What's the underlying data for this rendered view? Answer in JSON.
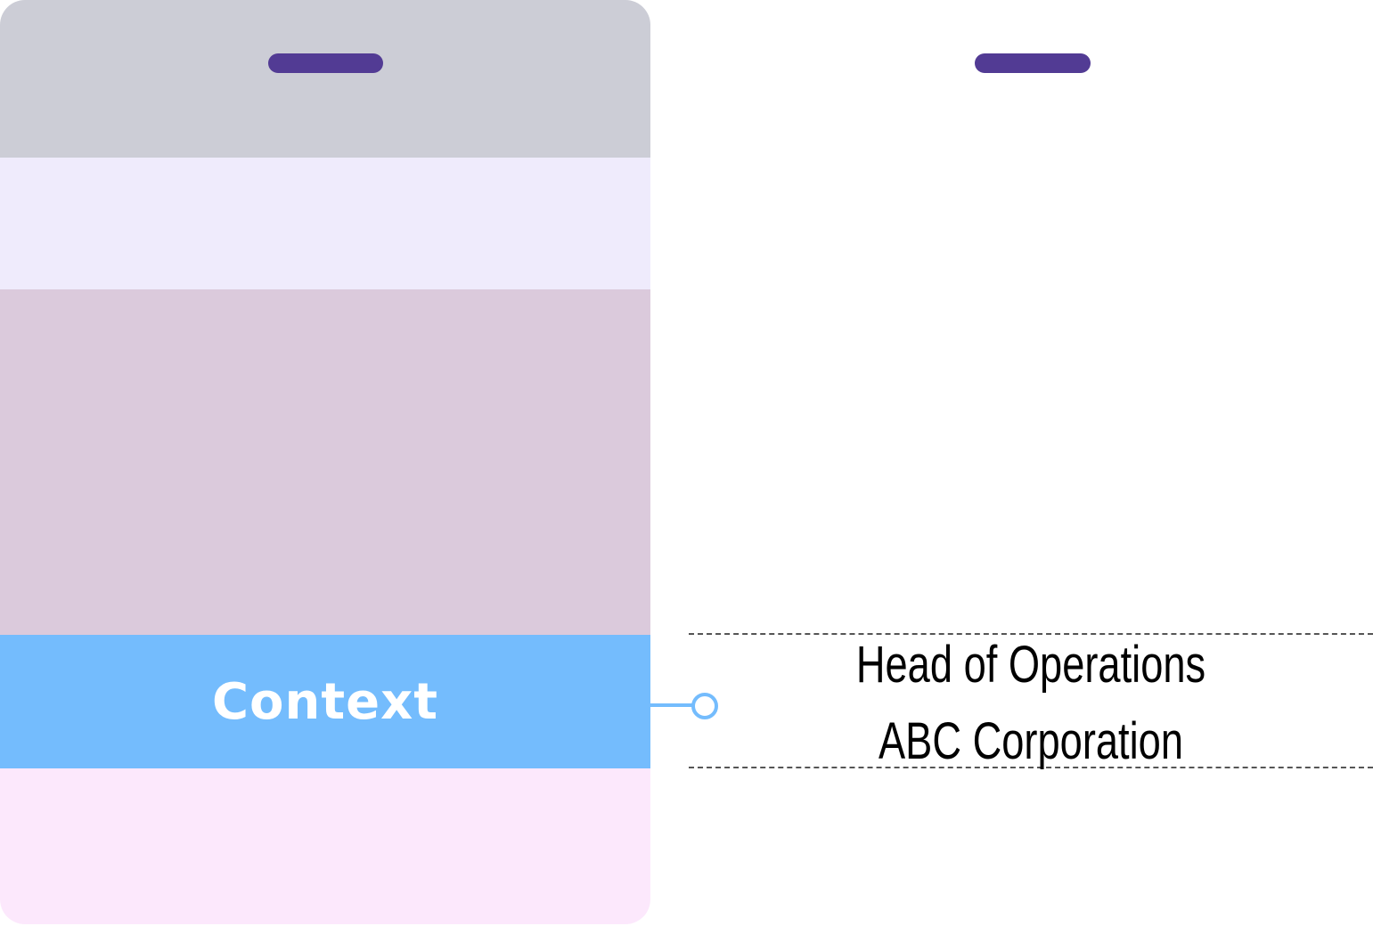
{
  "colors": {
    "header": "#cccdd6",
    "top_band": "#efebfc",
    "main_band": "#dbcadc",
    "context_band": "#74bcfd",
    "bottom_band": "#fce8fc",
    "slot": "#523b94",
    "connector": "#74bcfd",
    "text": "#000000"
  },
  "badge": {
    "context_label": "Context"
  },
  "detail": {
    "line1": "Head of Operations",
    "line2": "ABC Corporation"
  }
}
